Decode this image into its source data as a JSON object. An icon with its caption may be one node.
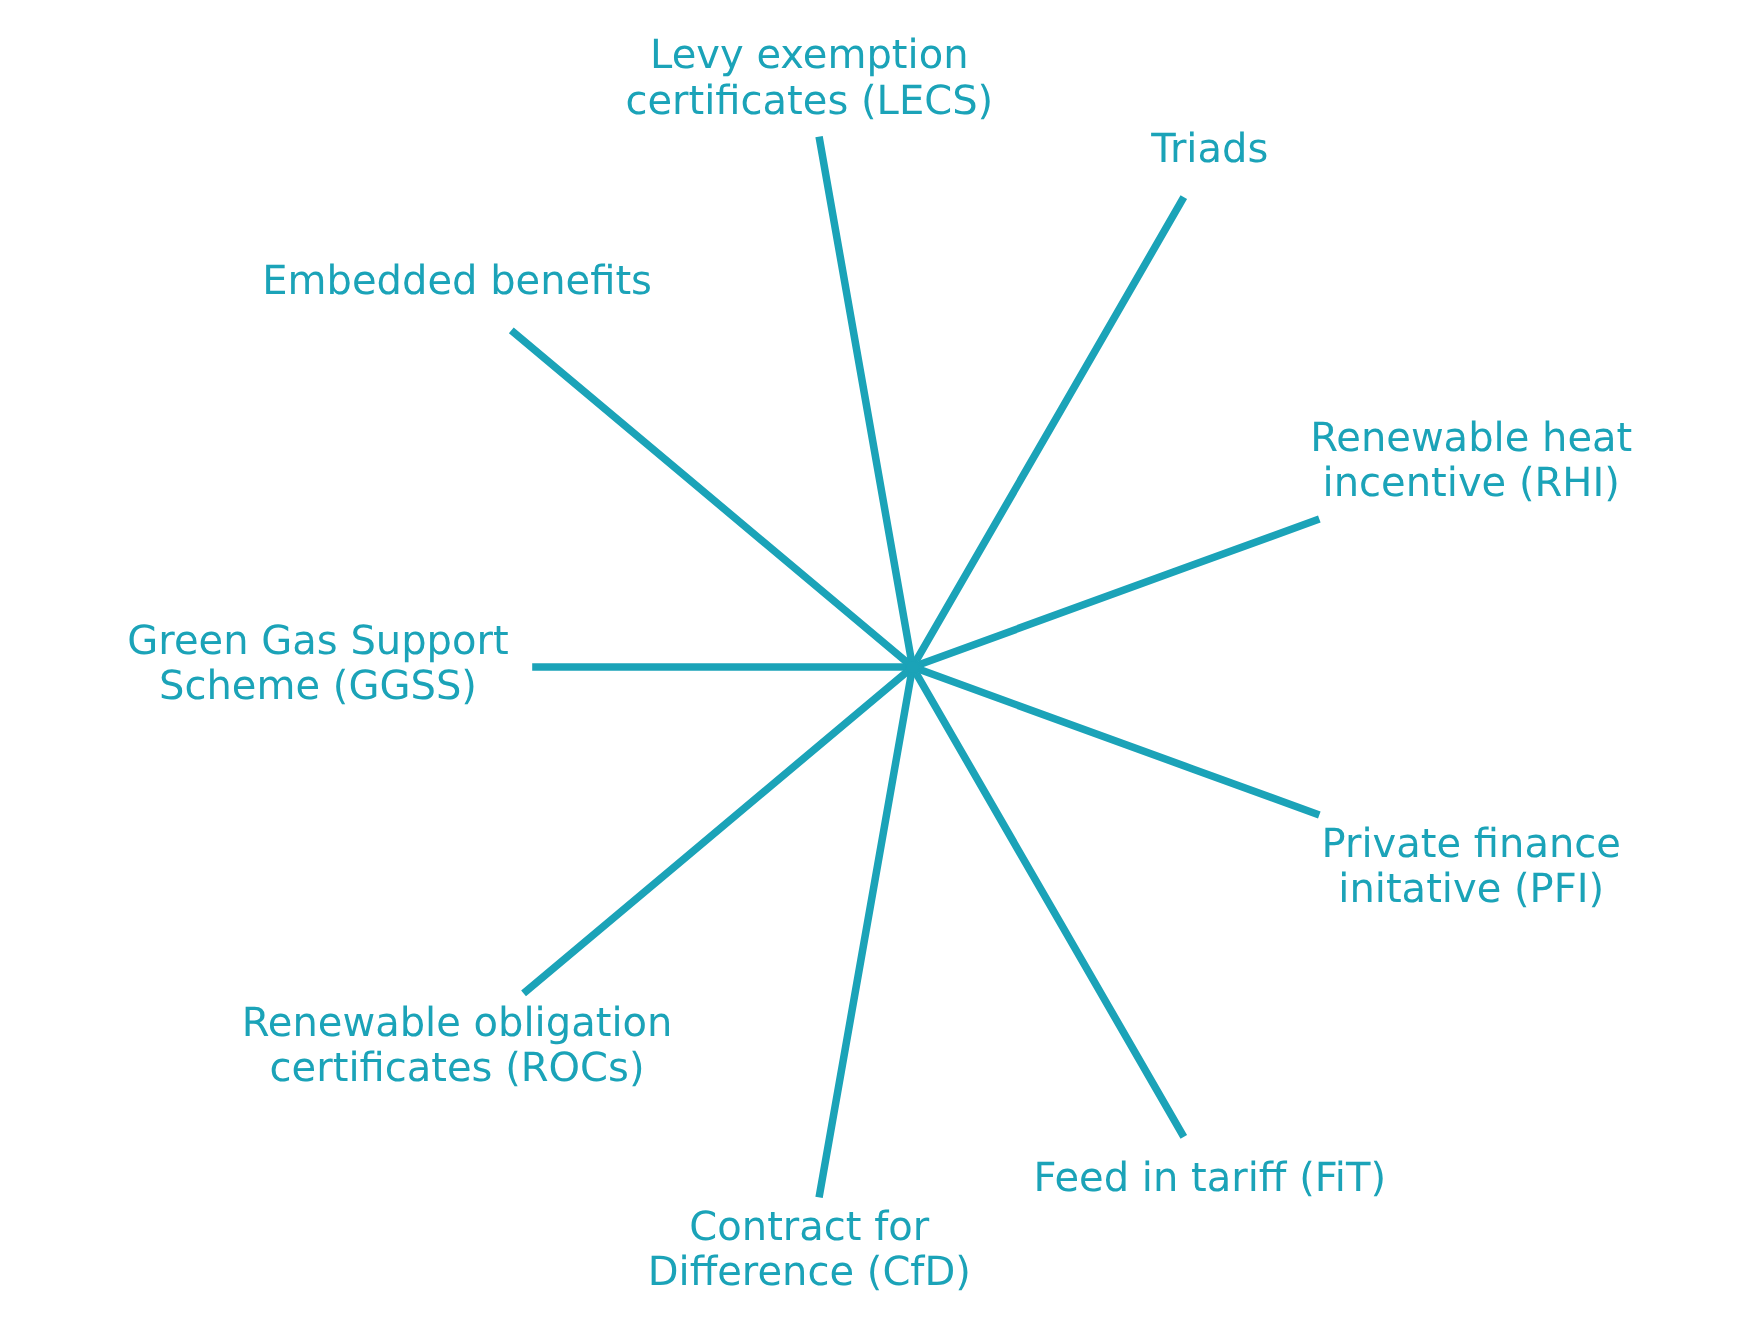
{
  "diagram": {
    "nodes": [
      {
        "text": [],
        "shape": "point"
      },
      {
        "text": [
          "Renewable heat incentive (RHI)"
        ]
      },
      {
        "text": [
          "Triads"
        ]
      },
      {
        "text": [
          "Levy exemption certificates (LECS)"
        ]
      },
      {
        "text": [
          "Embedded benefits"
        ]
      },
      {
        "text": [
          "Green Gas Support Scheme (GGSS)"
        ]
      },
      {
        "text": [
          "Renewable obligation certificates (ROCs)"
        ]
      },
      {
        "text": [
          "Contract for Difference (CfD)"
        ]
      },
      {
        "text": [
          "Feed in tariff (FiT)"
        ]
      },
      {
        "text": [
          "Private finance initative (PFI)"
        ]
      }
    ],
    "edges": [
      {
        "from": 0,
        "to": 2,
        "arrow": "none"
      },
      {
        "from": 0,
        "to": 4,
        "arrow": "none"
      },
      {
        "from": 0,
        "to": 5,
        "arrow": "none"
      },
      {
        "from": 0,
        "to": 7,
        "arrow": "none"
      },
      {
        "from": 0,
        "to": 9,
        "arrow": "none"
      },
      {
        "from": 0,
        "to": 8,
        "arrow": "none"
      },
      {
        "from": 0,
        "to": 6,
        "arrow": "none"
      },
      {
        "from": 0,
        "to": 3,
        "arrow": "none"
      },
      {
        "from": 0,
        "to": 1,
        "arrow": "none"
      }
    ]
  }
}
